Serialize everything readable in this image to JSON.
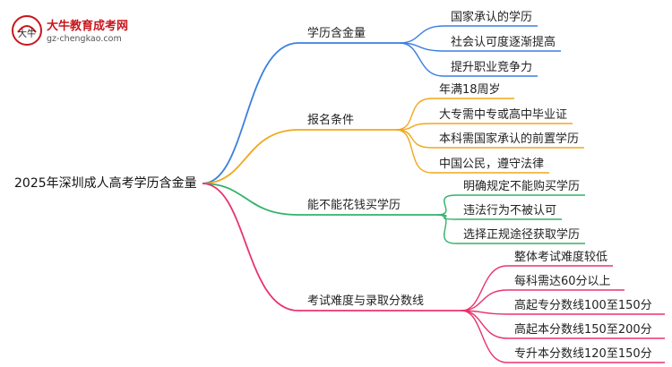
{
  "logo": {
    "title": "大牛教育成考网",
    "url": "gz-chengkao.com",
    "mark_text": "大牛"
  },
  "root": "2025年深圳成人高考学历含金量",
  "colors": {
    "blue": "#3b7fe0",
    "orange": "#f0a81a",
    "green": "#33b26a",
    "pink": "#e8346e"
  },
  "branches": [
    {
      "label": "学历含金量",
      "color": "blue",
      "children": [
        "国家承认的学历",
        "社会认可度逐渐提高",
        "提升职业竞争力"
      ]
    },
    {
      "label": "报名条件",
      "color": "orange",
      "children": [
        "年满18周岁",
        "大专需中专或高中毕业证",
        "本科需国家承认的前置学历",
        "中国公民，遵守法律"
      ]
    },
    {
      "label": "能不能花钱买学历",
      "color": "green",
      "children": [
        "明确规定不能购买学历",
        "违法行为不被认可",
        "选择正规途径获取学历"
      ]
    },
    {
      "label": "考试难度与录取分数线",
      "color": "pink",
      "children": [
        "整体考试难度较低",
        "每科需达60分以上",
        "高起专分数线100至150分",
        "高起本分数线150至200分",
        "专升本分数线120至150分"
      ]
    }
  ]
}
